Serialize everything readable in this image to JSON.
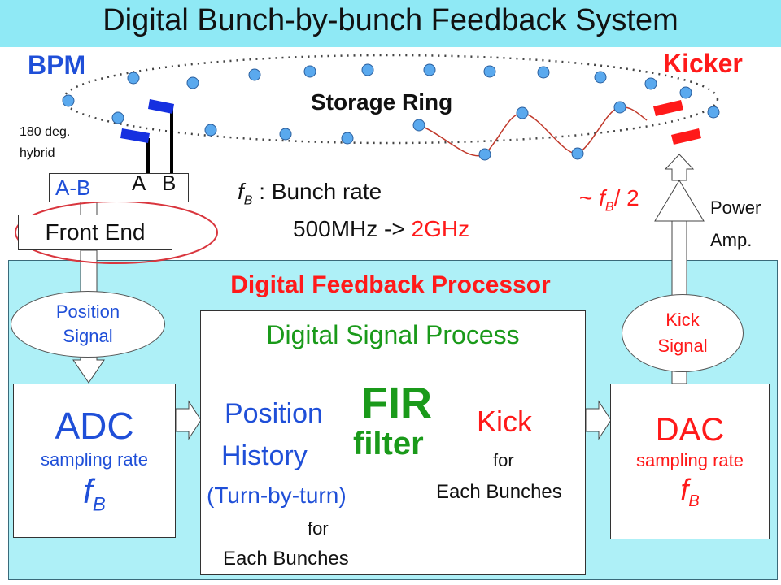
{
  "title": "Digital Bunch-by-bunch Feedback System",
  "labels": {
    "bpm": "BPM",
    "kicker": "Kicker",
    "storage_ring": "Storage Ring",
    "hybrid_line1": "180 deg.",
    "hybrid_line2": "hybrid",
    "a_minus_b": "A-B",
    "electrode_a": "A",
    "electrode_b": "B",
    "front_end": "Front End",
    "fb_symbol": "f",
    "fb_sub": "B",
    "bunch_rate": " : Bunch rate",
    "rate_from": "500MHz -> ",
    "rate_to": "2GHz",
    "half_prefix": "~ ",
    "half_suffix": "/ 2",
    "power_amp_line1": "Power",
    "power_amp_line2": "Amp."
  },
  "processor": {
    "title": "Digital Feedback Processor",
    "position_signal_line1": "Position",
    "position_signal_line2": "Signal",
    "kick_signal_line1": "Kick",
    "kick_signal_line2": "Signal",
    "adc": {
      "name": "ADC",
      "sampling": "sampling rate",
      "symbol": "f",
      "sub": "B"
    },
    "dac": {
      "name": "DAC",
      "sampling": "sampling rate",
      "symbol": "f",
      "sub": "B"
    },
    "dsp": {
      "title": "Digital Signal Process",
      "position_line1": "Position",
      "position_line2": "History",
      "turn_by_turn": "(Turn-by-turn)",
      "for1": "for",
      "each_bunches1": "Each Bunches",
      "fir_line1": "FIR",
      "fir_line2": "filter",
      "kick": "Kick",
      "for2": "for",
      "each_bunches2": "Each Bunches"
    }
  },
  "colors": {
    "title_bg": "#8fe9f5",
    "processor_bg": "#aef0f7",
    "bunch_fill": "#5aa9ee",
    "accent_red": "#ff1a1a",
    "label_blue": "#1f4fd8",
    "dsp_green": "#1a9a1a"
  }
}
